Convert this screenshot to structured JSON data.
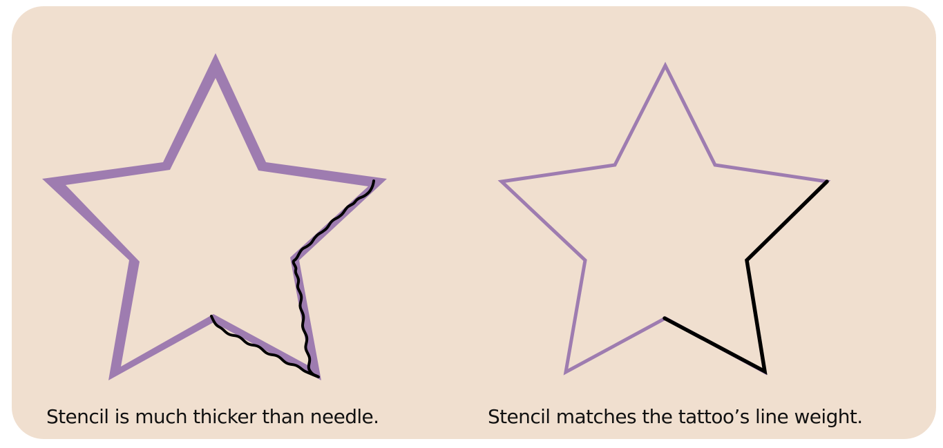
{
  "colors": {
    "background": "#f0dfcf",
    "stencil": "#9e7cb0",
    "needle": "#000000",
    "text": "#111111"
  },
  "panels": [
    {
      "id": "left",
      "caption": "Stencil is much thicker than needle.",
      "stencil_weight": "thick",
      "needle_line": "wavy"
    },
    {
      "id": "right",
      "caption": "Stencil matches the tattoo’s line weight.",
      "stencil_weight": "thin",
      "needle_line": "straight"
    }
  ]
}
